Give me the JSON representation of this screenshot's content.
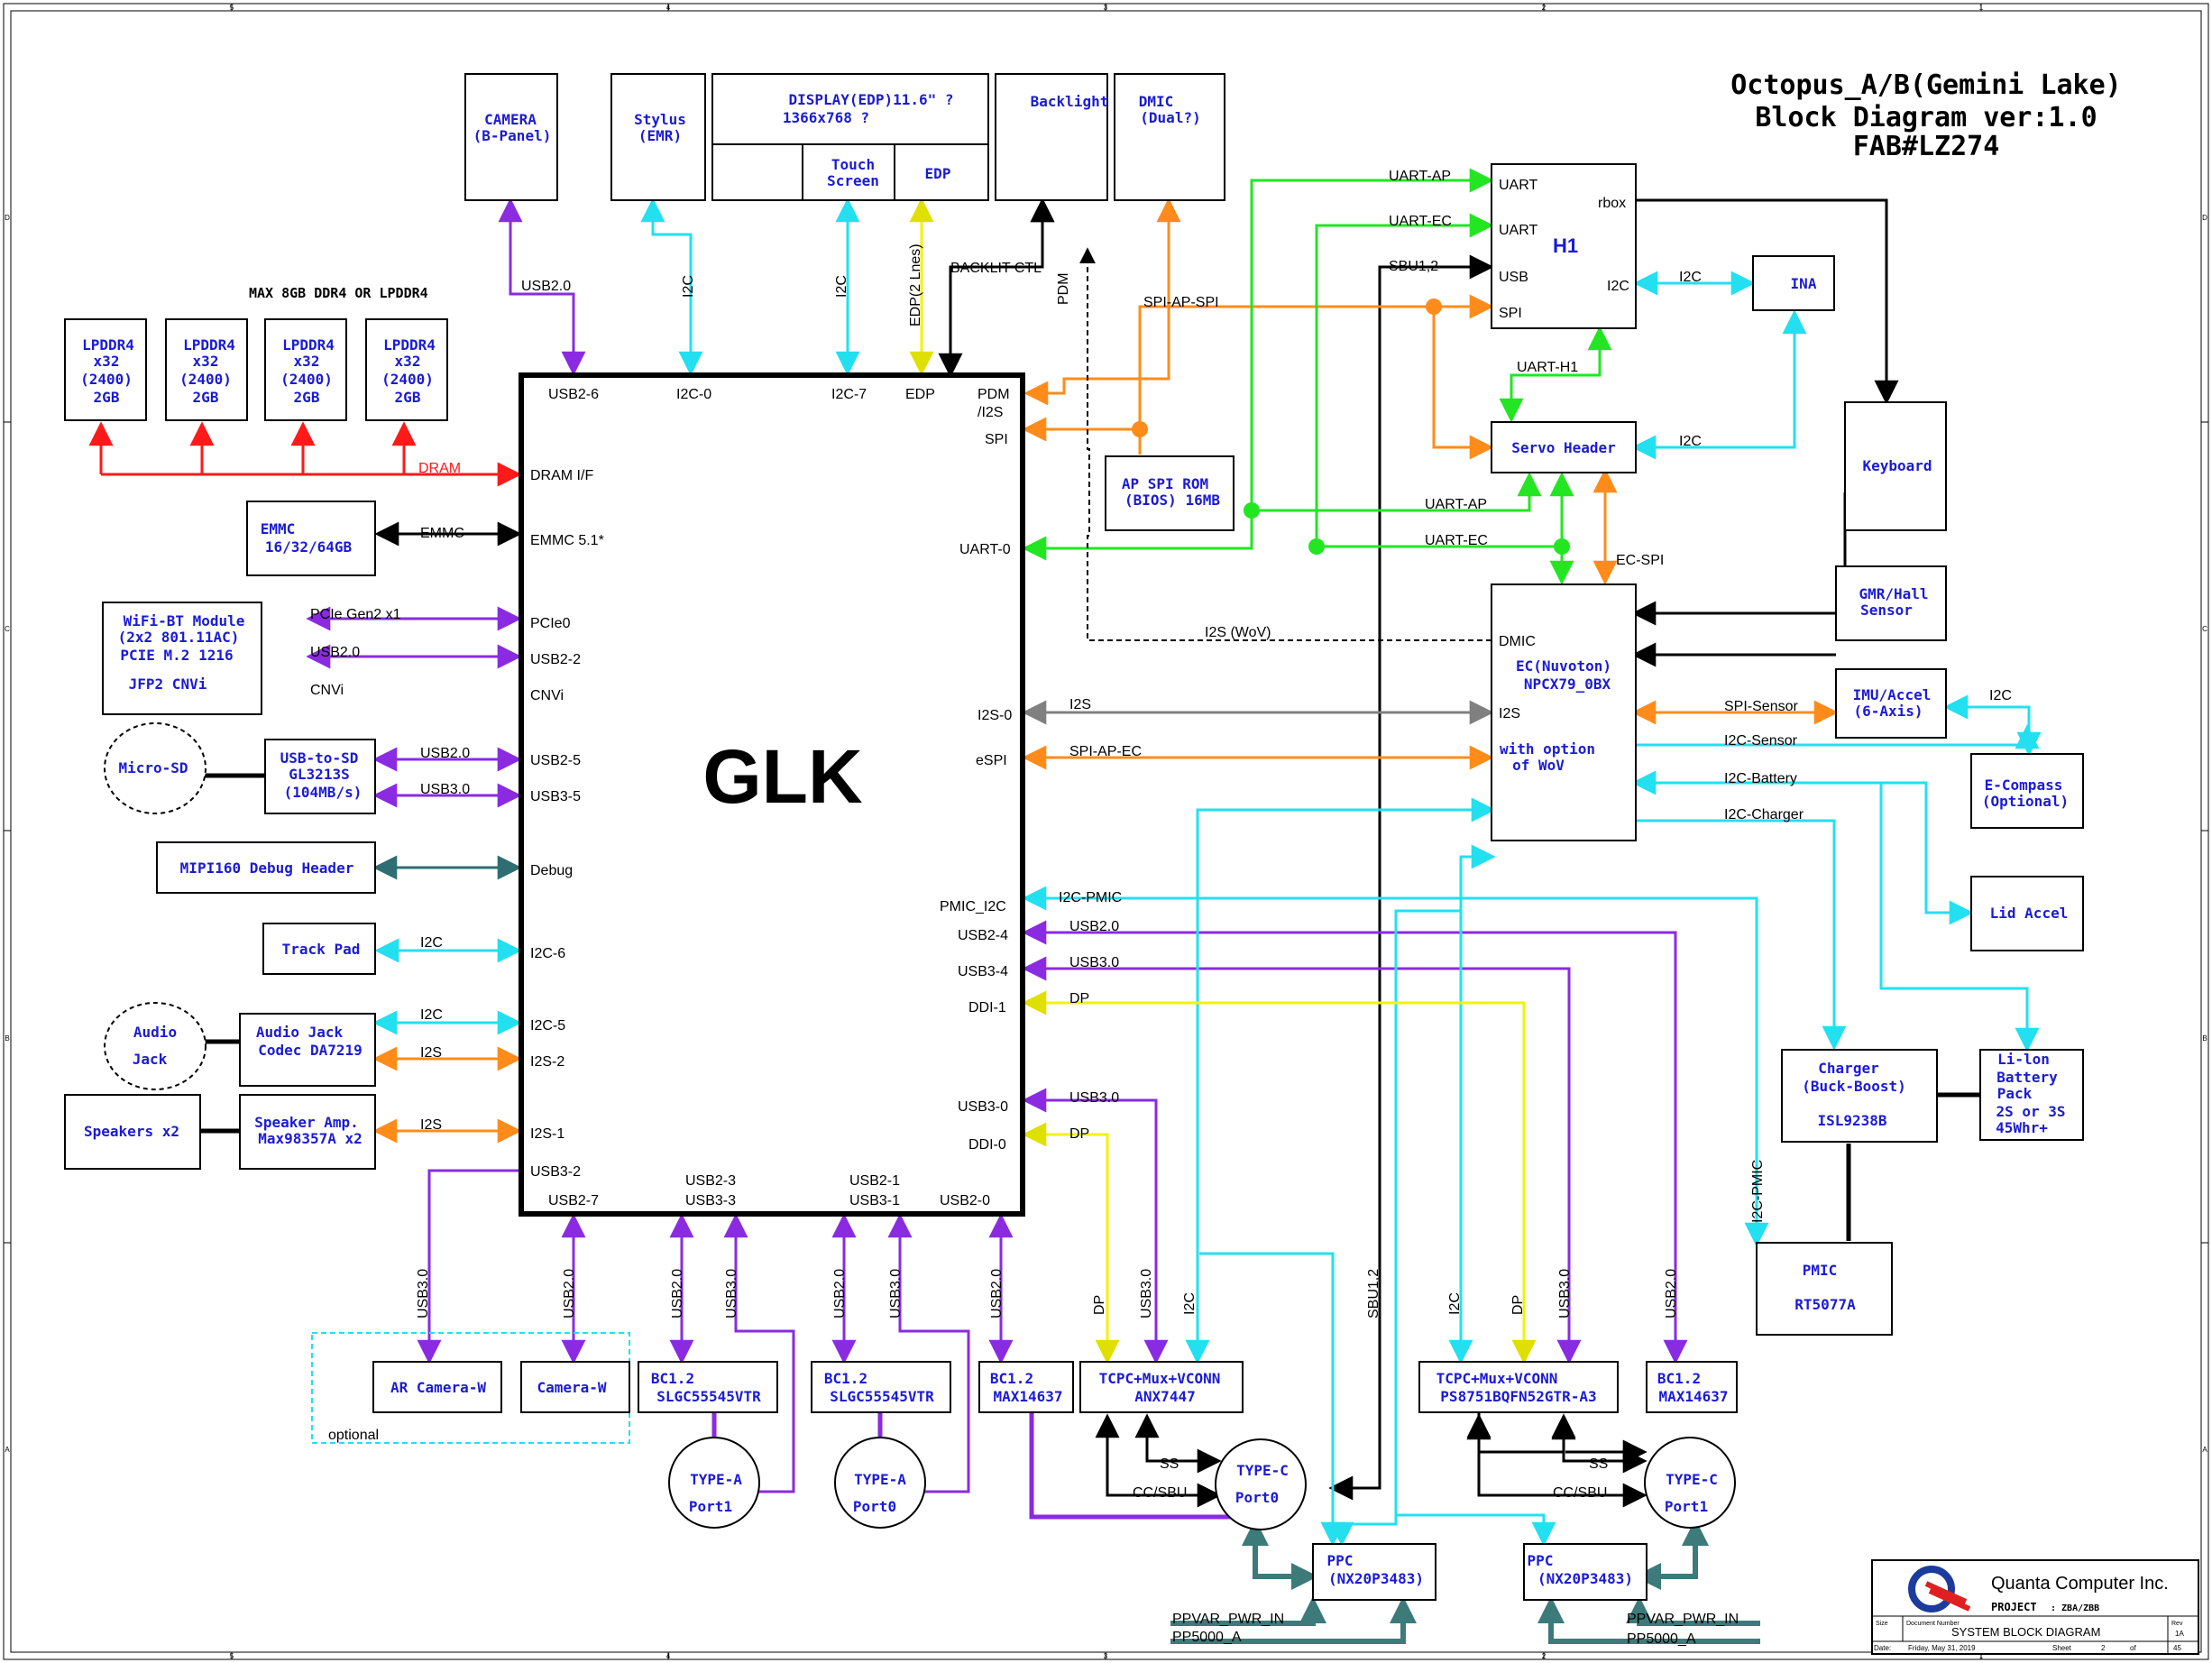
{
  "title": {
    "line1": "Octopus_A/B(Gemini Lake)",
    "line2": "Block Diagram ver:1.0",
    "line3": "FAB#LZ274"
  },
  "soc": {
    "name": "GLK",
    "pins_left": [
      "USB2-6",
      "I2C-0",
      "I2C-7",
      "EDP",
      "PDM",
      "/I2S",
      "SPI",
      "UART-0",
      "DRAM I/F",
      "EMMC 5.1*",
      "PCIe0",
      "USB2-2",
      "CNVi",
      "USB2-5",
      "USB3-5",
      "Debug",
      "I2C-6",
      "I2C-5",
      "I2S-2",
      "I2S-1",
      "USB3-2",
      "USB2-7",
      "USB2-3",
      "USB3-3",
      "USB2-1",
      "USB3-1",
      "USB2-0",
      "I2S-0",
      "eSPI",
      "PMIC_I2C",
      "USB2-4",
      "USB3-4",
      "DDI-1",
      "USB3-0",
      "DDI-0"
    ]
  },
  "memory": {
    "caption": "MAX 8GB DDR4 OR LPDDR4",
    "chip_lines": [
      "LPDDR4",
      "x32",
      "(2400)",
      "2GB"
    ],
    "bus_label": "DRAM"
  },
  "blocks": {
    "camera": [
      "CAMERA",
      "(B-Panel)"
    ],
    "stylus": [
      "Stylus",
      "(EMR)"
    ],
    "display": [
      "DISPLAY(EDP)11.6\" ?",
      "1366x768 ?"
    ],
    "touch": [
      "Touch",
      "Screen"
    ],
    "edp": "EDP",
    "backlight": "Backlight",
    "dmic": [
      "DMIC",
      "(Dual?)"
    ],
    "emmc": [
      "EMMC",
      "16/32/64GB"
    ],
    "wifi": [
      "WiFi-BT Module",
      "(2x2 801.11AC)",
      "PCIE M.2 1216",
      "JFP2 CNVi"
    ],
    "microsd": "Micro-SD",
    "usb_sd": [
      "USB-to-SD",
      "GL3213S",
      "(104MB/s)"
    ],
    "mipi": "MIPI160 Debug Header",
    "trackpad": "Track Pad",
    "audio_jack": [
      "Audio",
      "Jack"
    ],
    "audio_codec": [
      "Audio Jack",
      "Codec DA7219"
    ],
    "speakers": "Speakers x2",
    "speaker_amp": [
      "Speaker Amp.",
      "Max98357A x2"
    ],
    "ap_spi_rom": [
      "AP SPI ROM",
      "(BIOS) 16MB"
    ],
    "h1": "H1",
    "h1_pins": [
      "UART",
      "UART",
      "USB",
      "SPI",
      "rbox",
      "I2C"
    ],
    "ina": "INA",
    "servo": "Servo Header",
    "keyboard": "Keyboard",
    "ec": [
      "EC(Nuvoton)",
      "NPCX79_0BX",
      "with option",
      "of WoV"
    ],
    "ec_pins": [
      "DMIC",
      "I2S"
    ],
    "gmr": [
      "GMR/Hall",
      "Sensor"
    ],
    "imu": [
      "IMU/Accel",
      "(6-Axis)"
    ],
    "ecompass": [
      "E-Compass",
      "(Optional)"
    ],
    "lid_accel": "Lid Accel",
    "charger": [
      "Charger",
      "(Buck-Boost)",
      "ISL9238B"
    ],
    "battery": [
      "Li-lon",
      "Battery",
      "Pack",
      "2S or 3S",
      "45Whr+"
    ],
    "pmic": [
      "PMIC",
      "RT5077A"
    ],
    "ar_camera": "AR Camera-W",
    "camera_w": "Camera-W",
    "optional": "optional",
    "bc_a": [
      "BC1.2",
      "SLGC55545VTR"
    ],
    "bc_b": [
      "BC1.2",
      "SLGC55545VTR"
    ],
    "bc_c": [
      "BC1.2",
      "MAX14637"
    ],
    "tcpc0": [
      "TCPC+Mux+VCONN",
      "ANX7447"
    ],
    "tcpc1": [
      "TCPC+Mux+VCONN",
      "PS8751BQFN52GTR-A3"
    ],
    "bc_d": [
      "BC1.2",
      "MAX14637"
    ],
    "typea1": [
      "TYPE-A",
      "Port1"
    ],
    "typea0": [
      "TYPE-A",
      "Port0"
    ],
    "typec0": [
      "TYPE-C",
      "Port0"
    ],
    "typec1": [
      "TYPE-C",
      "Port1"
    ],
    "ppc0": [
      "PPC",
      "(NX20P3483)"
    ],
    "ppc1": [
      "PPC",
      "(NX20P3483)"
    ]
  },
  "signals": {
    "usb20": "USB2.0",
    "usb30": "USB3.0",
    "i2c": "I2C",
    "i2s": "I2S",
    "dp": "DP",
    "edp2": "EDP(2 Lnes)",
    "backlit": "BACKLIT CTL",
    "pdm": "PDM",
    "emmc": "EMMC",
    "pcie": "PCIe Gen2 x1",
    "cnvi": "CNVi",
    "uart_ap": "UART-AP",
    "uart_ec": "UART-EC",
    "sbu12": "SBU1,2",
    "sbu12v": "SBU1,2",
    "spi_ap_spi": "SPI-AP-SPI",
    "uart_h1": "UART-H1",
    "ec_spi": "EC-SPI",
    "i2s_wov": "I2S (WoV)",
    "spi_ap_ec": "SPI-AP-EC",
    "spi_sensor": "SPI-Sensor",
    "i2c_sensor": "I2C-Sensor",
    "i2c_battery": "I2C-Battery",
    "i2c_charger": "I2C-Charger",
    "i2c_pmic": "I2C-PMIC",
    "i2c_pmic_v": "I2C-PMIC",
    "ss": "SS",
    "cc_sbu": "CC/SBU",
    "ppvar": "PPVAR_PWR_IN",
    "pp5000": "PP5000_A"
  },
  "titleblock": {
    "company": "Quanta Computer Inc.",
    "project_label": "PROJECT",
    "project": ": ZBA/ZBB",
    "doc_title": "SYSTEM BLOCK DIAGRAM",
    "size_label": "Size",
    "docnum_label": "Document Number",
    "rev_label": "Rev",
    "rev": "1A",
    "date_label": "Date:",
    "date": "Friday, May 31, 2019",
    "sheet_label": "Sheet",
    "sheet": "2",
    "of_label": "of",
    "total": "45"
  },
  "frame": {
    "col_marks": [
      "5",
      "4",
      "3",
      "2",
      "1"
    ],
    "row_marks": [
      "D",
      "C",
      "B",
      "A"
    ]
  },
  "colors": {
    "usb": "#8a2be2",
    "i2c": "#22e0f0",
    "i2s": "#ff8c1a",
    "dp": "#f2f20a",
    "dram": "#ff1a1a",
    "uart": "#22e622",
    "debug": "#2e6e73",
    "power": "#3d7a7a",
    "gray": "#808080",
    "text_blue": "#1b1bd6"
  }
}
